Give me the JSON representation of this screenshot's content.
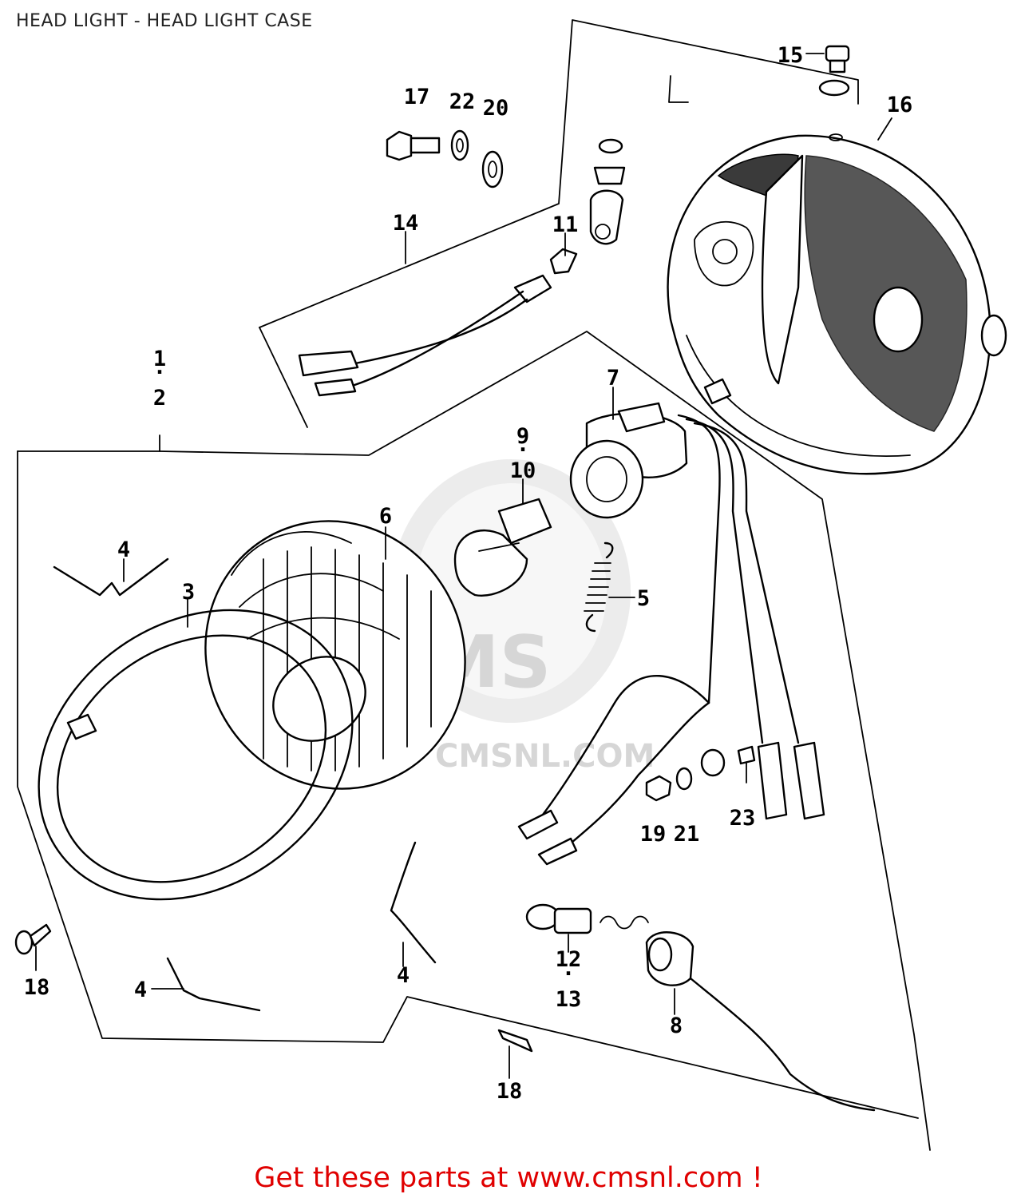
{
  "title": "HEAD LIGHT - HEAD LIGHT CASE",
  "footer": "Get these parts at www.cmsnl.com !",
  "watermark": {
    "brand": "CMS",
    "url": "CMSNL.COM"
  },
  "colors": {
    "footer": "#e00000",
    "line": "#000000",
    "watermark": "#d8d8d8"
  },
  "labels": {
    "l1": "1",
    "l2": "2",
    "l3": "3",
    "l4a": "4",
    "l4b": "4",
    "l4c": "4",
    "l5": "5",
    "l6": "6",
    "l7": "7",
    "l8": "8",
    "l9": "9",
    "l10": "10",
    "l11": "11",
    "l12": "12",
    "l13": "13",
    "l14": "14",
    "l15": "15",
    "l16": "16",
    "l17": "17",
    "l18a": "18",
    "l18b": "18",
    "l19": "19",
    "l20": "20",
    "l21": "21",
    "l22": "22",
    "l23": "23"
  }
}
